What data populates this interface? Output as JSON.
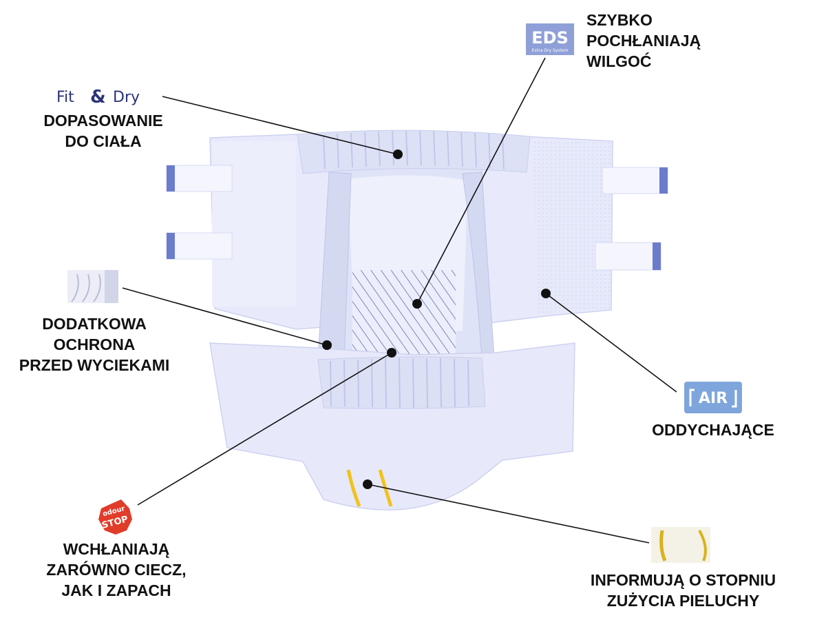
{
  "colors": {
    "diaper_fill": "#e9ebfb",
    "diaper_shade": "#d6daf4",
    "diaper_edge": "#c4c9ec",
    "eds_blue": "#8fa0d8",
    "air_blue": "#7fa6dc",
    "odour_red": "#e03c2a",
    "indicator_yellow": "#f2c21a",
    "leader_line": "#111111",
    "fitdry_navy": "#2b3479"
  },
  "logos": {
    "fit_dry": {
      "text_left": "Fit",
      "text_amp": "&",
      "text_right": "Dry"
    },
    "eds": {
      "main": "EDS",
      "sub": "Extra Dry System"
    },
    "air": {
      "text": "AIR"
    },
    "odour_stop": {
      "top": "odour",
      "bottom": "STOP"
    }
  },
  "callouts": {
    "fit": {
      "text": "DOPASOWANIE\nDO CIAŁA"
    },
    "eds": {
      "text": "SZYBKO\nPOCHŁANIAJĄ\nWILGOĆ"
    },
    "leak": {
      "text": "DODATKOWA\nOCHRONA\nPRZED WYCIEKAMI"
    },
    "air": {
      "text": "ODDYCHAJĄCE"
    },
    "odour": {
      "text": "WCHŁANIAJĄ\nZARÓWNO CIECZ,\nJAK I ZAPACH"
    },
    "wetness": {
      "text": "INFORMUJĄ O STOPNIU\nZUŻYCIA PIELUCHY"
    }
  }
}
